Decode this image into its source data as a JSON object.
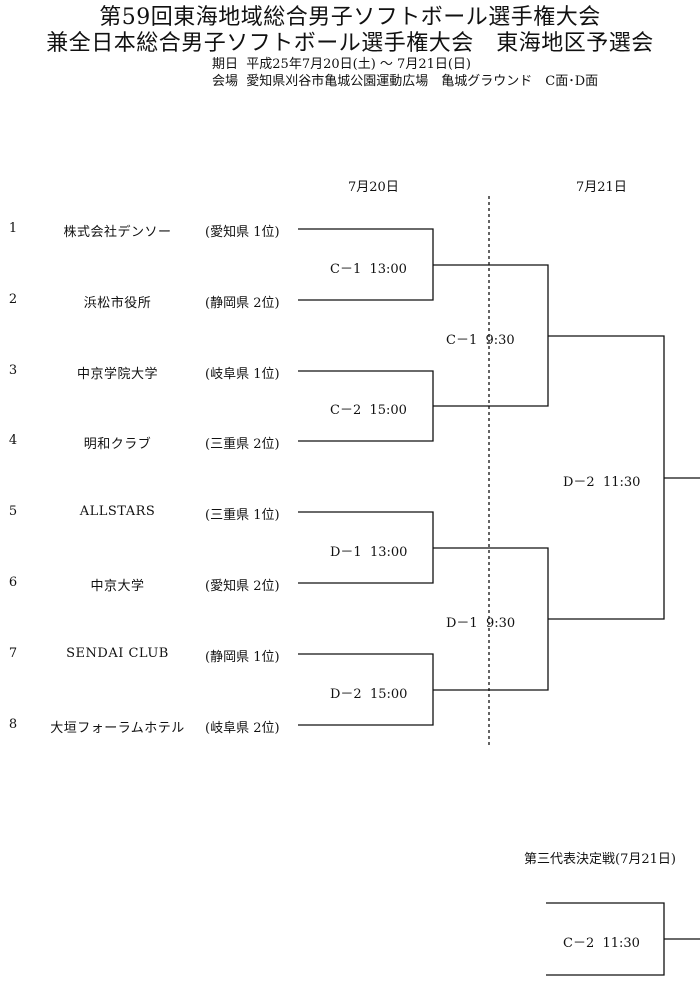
{
  "header": {
    "title_line1": "第59回東海地域総合男子ソフトボール選手権大会",
    "title_line2": "兼全日本総合男子ソフトボール選手権大会　東海地区予選会",
    "period_label": "期日",
    "period_value": "平成25年7月20日(土) ～ 7月21日(日)",
    "venue_label": "会場",
    "venue_value": "愛知県刈谷市亀城公園運動広場　亀城グラウンド　C面･D面"
  },
  "bracket": {
    "day1_label": "7月20日",
    "day2_label": "7月21日",
    "teams": [
      {
        "no": "1",
        "name": "株式会社デンソー",
        "pref": "(愛知県 1位)"
      },
      {
        "no": "2",
        "name": "浜松市役所",
        "pref": "(静岡県 2位)"
      },
      {
        "no": "3",
        "name": "中京学院大学",
        "pref": "(岐阜県 1位)"
      },
      {
        "no": "4",
        "name": "明和クラブ",
        "pref": "(三重県 2位)"
      },
      {
        "no": "5",
        "name": "ALLSTARS",
        "pref": "(三重県 1位)"
      },
      {
        "no": "6",
        "name": "中京大学",
        "pref": "(愛知県 2位)"
      },
      {
        "no": "7",
        "name": "SENDAI CLUB",
        "pref": "(静岡県 1位)"
      },
      {
        "no": "8",
        "name": "大垣フォーラムホテル",
        "pref": "(岐阜県 2位)"
      }
    ],
    "round1": [
      {
        "court": "C－1",
        "time": "13:00"
      },
      {
        "court": "C－2",
        "time": "15:00"
      },
      {
        "court": "D－1",
        "time": "13:00"
      },
      {
        "court": "D－2",
        "time": "15:00"
      }
    ],
    "round2": [
      {
        "court": "C－1",
        "time": "9:30"
      },
      {
        "court": "D－1",
        "time": "9:30"
      }
    ],
    "final": {
      "court": "D－2",
      "time": "11:30"
    }
  },
  "third_rep": {
    "title": "第三代表決定戦(7月21日)",
    "court": "C－2",
    "time": "11:30"
  }
}
